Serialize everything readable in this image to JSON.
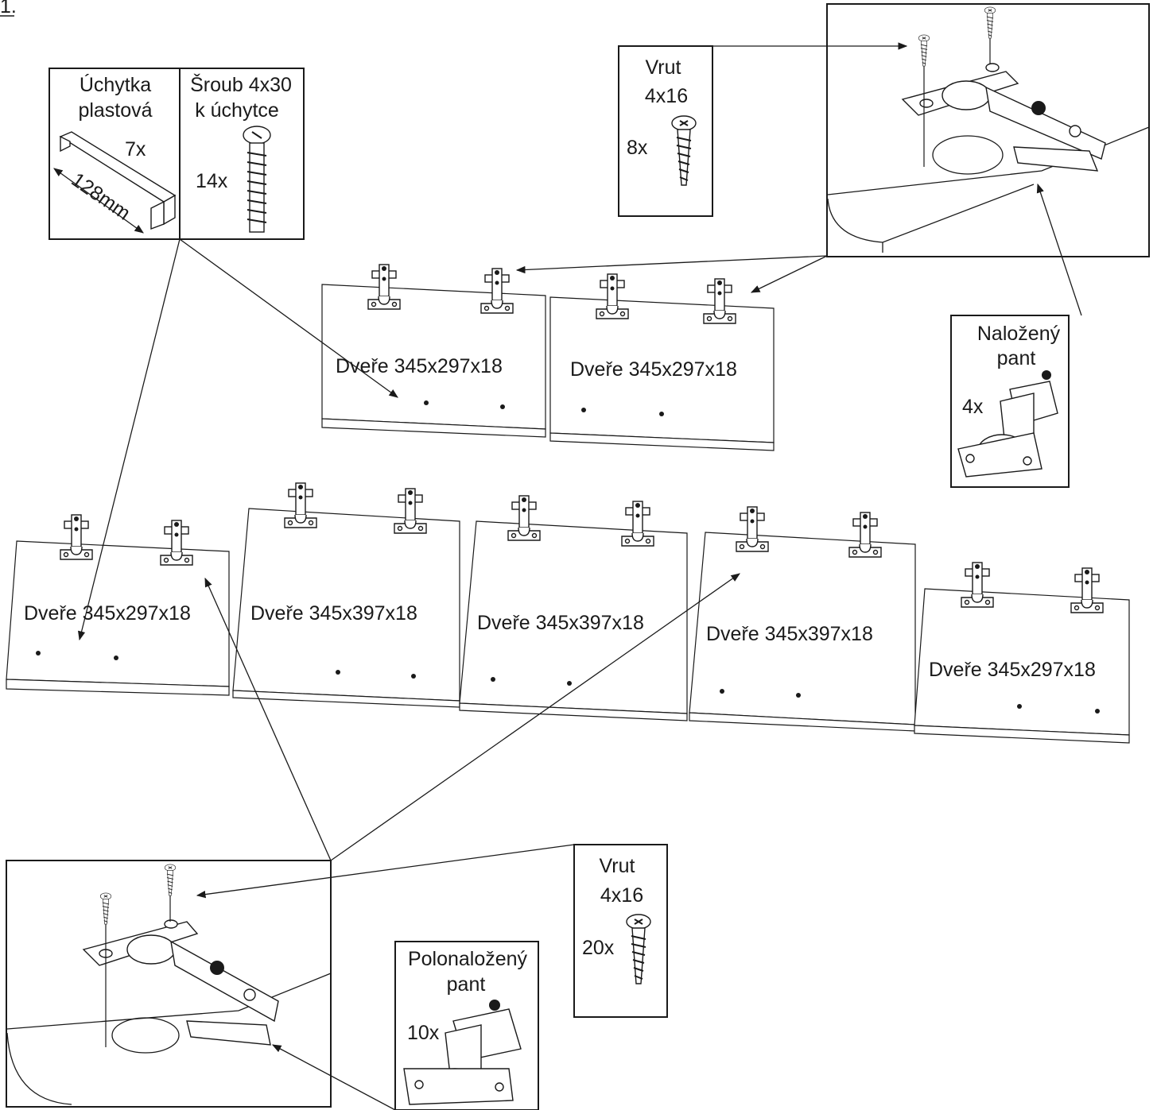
{
  "step_label": "1.",
  "parts": {
    "handle": {
      "title_line1": "Úchytka",
      "title_line2": "plastová",
      "count": "7x",
      "dimension": "128mm"
    },
    "handle_screw": {
      "title_line1": "Šroub 4x30",
      "title_line2": "k úchytce",
      "count": "14x"
    },
    "screw_top": {
      "title_line1": "Vrut",
      "title_line2": "4x16",
      "count": "8x"
    },
    "screw_bottom": {
      "title_line1": "Vrut",
      "title_line2": "4x16",
      "count": "20x"
    },
    "overlay_hinge": {
      "title_line1": "Naložený",
      "title_line2": "pant",
      "count": "4x"
    },
    "half_overlay_hinge": {
      "title_line1": "Polonaložený",
      "title_line2": "pant",
      "count": "10x"
    }
  },
  "doors": [
    {
      "label": "Dveře 345x297x18"
    },
    {
      "label": "Dveře 345x297x18"
    },
    {
      "label": "Dveře 345x297x18"
    },
    {
      "label": "Dveře 345x397x18"
    },
    {
      "label": "Dveře 345x397x18"
    },
    {
      "label": "Dveře 345x397x18"
    },
    {
      "label": "Dveře 345x297x18"
    }
  ]
}
